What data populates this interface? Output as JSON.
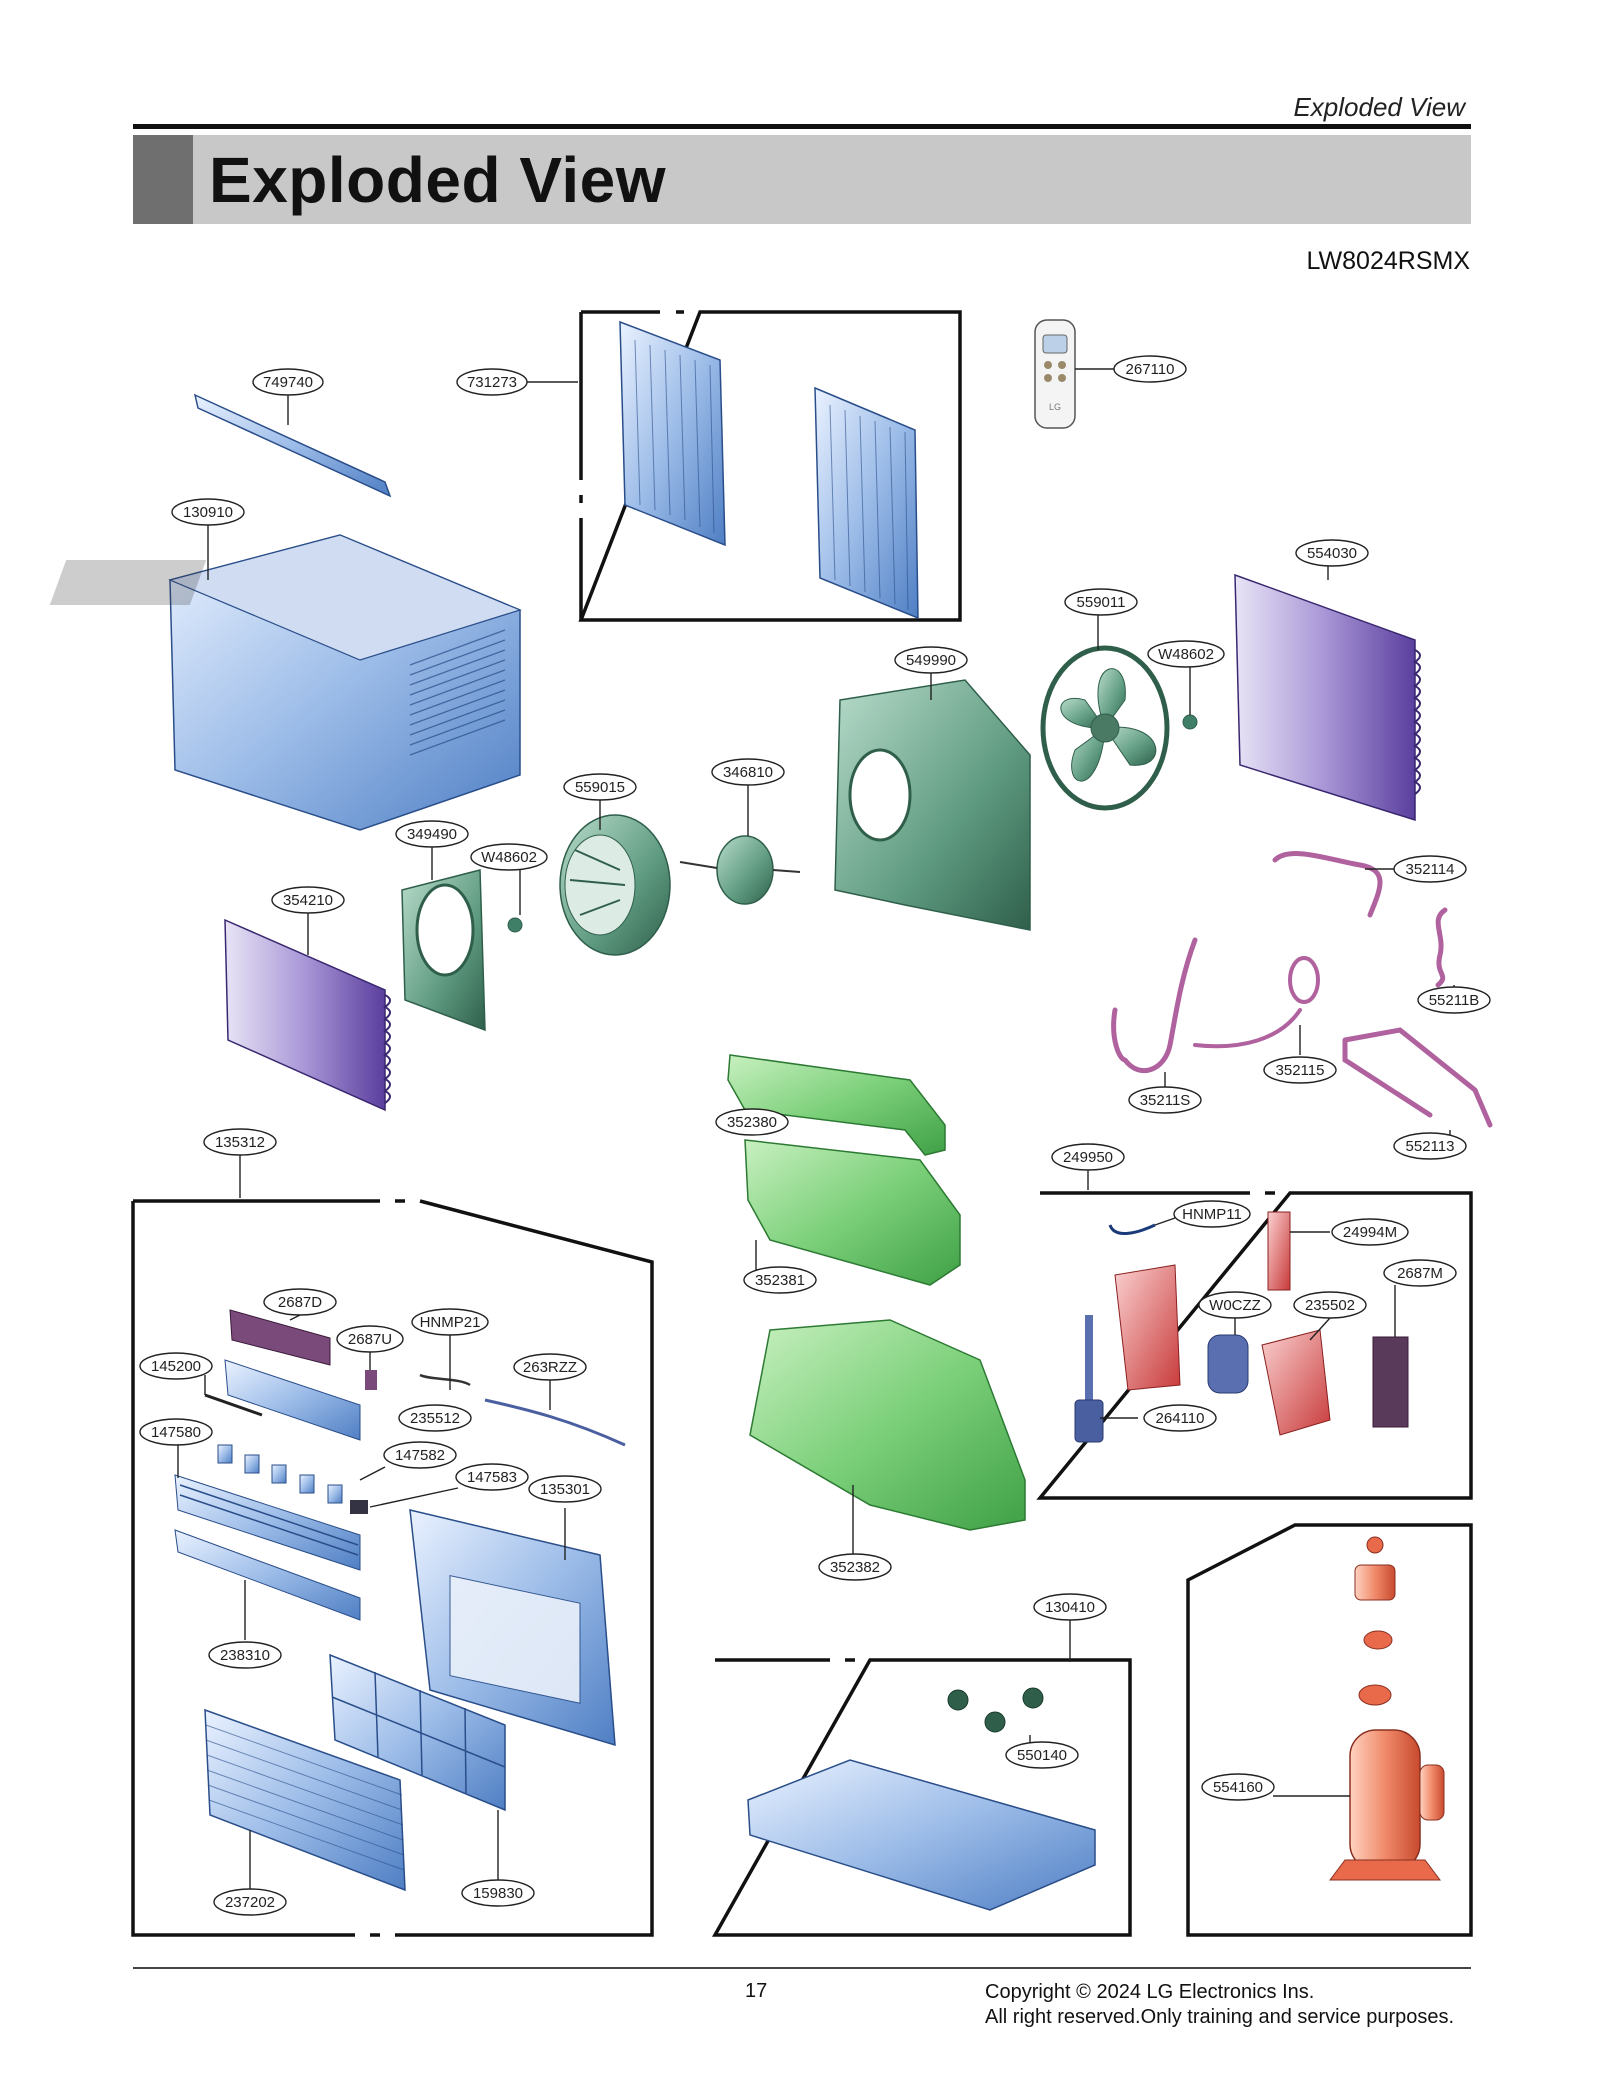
{
  "header": {
    "section": "Exploded View",
    "title": "Exploded View",
    "model": "LW8024RSMX"
  },
  "parts": [
    {
      "id": "p749740",
      "code": "749740"
    },
    {
      "id": "p731273",
      "code": "731273"
    },
    {
      "id": "p267110",
      "code": "267110"
    },
    {
      "id": "p130910",
      "code": "130910"
    },
    {
      "id": "p554030",
      "code": "554030"
    },
    {
      "id": "p559011",
      "code": "559011"
    },
    {
      "id": "pW48602a",
      "code": "W48602"
    },
    {
      "id": "p549990",
      "code": "549990"
    },
    {
      "id": "p346810",
      "code": "346810"
    },
    {
      "id": "p559015",
      "code": "559015"
    },
    {
      "id": "p349490",
      "code": "349490"
    },
    {
      "id": "pW48602b",
      "code": "W48602"
    },
    {
      "id": "p354210",
      "code": "354210"
    },
    {
      "id": "p352114",
      "code": "352114"
    },
    {
      "id": "p55211B",
      "code": "55211B"
    },
    {
      "id": "p352115",
      "code": "352115"
    },
    {
      "id": "p35211S",
      "code": "35211S"
    },
    {
      "id": "p552113",
      "code": "552113"
    },
    {
      "id": "p352380",
      "code": "352380"
    },
    {
      "id": "p352381",
      "code": "352381"
    },
    {
      "id": "p352382",
      "code": "352382"
    },
    {
      "id": "p135312",
      "code": "135312"
    },
    {
      "id": "p249950",
      "code": "249950"
    },
    {
      "id": "pHNMP11",
      "code": "HNMP11"
    },
    {
      "id": "p24994M",
      "code": "24994M"
    },
    {
      "id": "p2687M",
      "code": "2687M"
    },
    {
      "id": "pW0CZZ",
      "code": "W0CZZ"
    },
    {
      "id": "p235502",
      "code": "235502"
    },
    {
      "id": "p264110",
      "code": "264110"
    },
    {
      "id": "p2687D",
      "code": "2687D"
    },
    {
      "id": "pHNMP21",
      "code": "HNMP21"
    },
    {
      "id": "p2687U",
      "code": "2687U"
    },
    {
      "id": "p145200",
      "code": "145200"
    },
    {
      "id": "p263RZZ",
      "code": "263RZZ"
    },
    {
      "id": "p235512",
      "code": "235512"
    },
    {
      "id": "p147580",
      "code": "147580"
    },
    {
      "id": "p147582",
      "code": "147582"
    },
    {
      "id": "p147583",
      "code": "147583"
    },
    {
      "id": "p135301",
      "code": "135301"
    },
    {
      "id": "p238310",
      "code": "238310"
    },
    {
      "id": "p130410",
      "code": "130410"
    },
    {
      "id": "p550140",
      "code": "550140"
    },
    {
      "id": "p554160",
      "code": "554160"
    },
    {
      "id": "p237202",
      "code": "237202"
    },
    {
      "id": "p159830",
      "code": "159830"
    }
  ],
  "remote_brand": "LG",
  "footer": {
    "page": "17",
    "copyright": "Copyright © 2024 LG Electronics Ins.",
    "rights": "All right reserved.Only training and service purposes."
  },
  "colors": {
    "blue_part": "#7fa6dc",
    "green_part": "#5fbf5f",
    "dark_green_part": "#3f7f68",
    "purple_coil": "#7a62b8",
    "red_part": "#d85a5a",
    "orange_compressor": "#ee7a5a",
    "pink_pipe": "#c77db8"
  }
}
